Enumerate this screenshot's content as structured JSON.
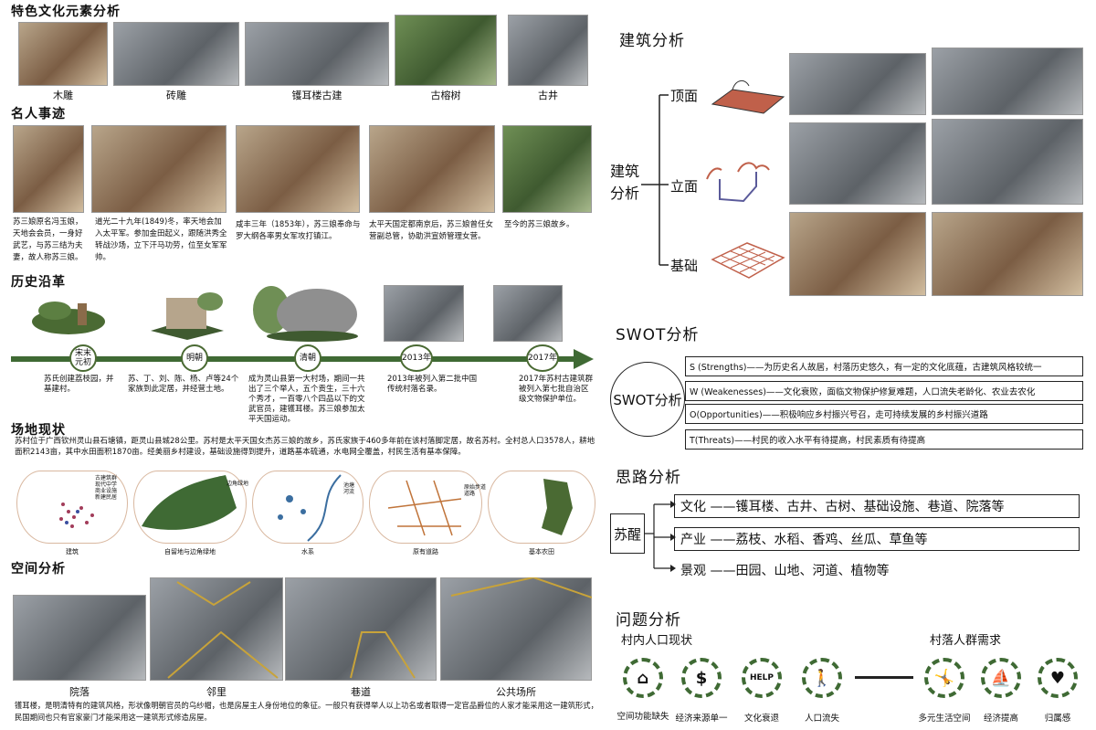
{
  "left": {
    "culture": {
      "title": "特色文化元素分析",
      "items": [
        "木雕",
        "砖雕",
        "镬耳楼古建",
        "古榕树",
        "古井"
      ]
    },
    "people": {
      "title": "名人事迹",
      "texts": [
        "苏三娘原名冯玉娘，天地会会员，一身好武艺，与苏三结为夫妻，故人称苏三娘。",
        "道光二十九年(1849)冬，率天地会加入太平军。参加金田起义，跟随洪秀全转战沙场，立下汗马功劳，位至女军军帅。",
        "咸丰三年（1853年），苏三娘奉命与罗大纲各率男女军攻打镇江。",
        "太平天国定都南京后，苏三娘曾任女营副总管，协助洪宣娇管理女营。",
        "至今的苏三娘故乡。"
      ]
    },
    "history": {
      "title": "历史沿革",
      "nodes": [
        "宋末元初",
        "明朝",
        "清朝",
        "2013年",
        "2017年"
      ],
      "texts": [
        "苏氏创建荔枝园，并基建村。",
        "苏、丁、刘、陈、杨、卢等24个家族到此定居，并经营土地。",
        "成为灵山县第一大村场，期间一共出了三个举人，五个贡生，三十六个秀才，一百零八个四品以下的文武官员，建镬耳楼。苏三娘参加太平天国运动。",
        "2013年被列入第二批中国传统村落名录。",
        "2017年苏村古建筑群被列入第七批自治区级文物保护单位。"
      ]
    },
    "site": {
      "title": "场地现状",
      "text": "苏村位于广西钦州灵山县石塘镇，距灵山县城28公里。苏村是太平天国女杰苏三娘的故乡，苏氏家族于460多年前在该村落脚定居，故名苏村。全村总人口3578人，耕地面积2143亩，其中水田面积1870亩。经美丽乡村建设，基础设施得到提升，道路基本硫通，水电网全覆盖，村民生活有基本保障。",
      "maps": [
        "建筑",
        "自留地与边角绿地",
        "水系",
        "原有道路",
        "基本农田"
      ],
      "legend_build": [
        "古建筑群",
        "现代中学",
        "商业设施",
        "新建民居"
      ],
      "legend_green": [
        "边角绿地"
      ],
      "legend_water": [
        "池塘",
        "河流"
      ],
      "legend_road": [
        "原始步道",
        "道路"
      ]
    },
    "space": {
      "title": "空间分析",
      "items": [
        "院落",
        "邻里",
        "巷道",
        "公共场所"
      ],
      "footer": "镬耳楼，是明清特有的建筑风格，形状像明朝官员的乌纱帽，也是房屋主人身份地位的象征。一般只有获得举人以上功名或者取得一定官品爵位的人家才能采用这一建筑形式，民国期间也只有官家豪门才能采用这一建筑形式修造房屋。"
    }
  },
  "right": {
    "arch": {
      "title": "建筑分析",
      "center": "建筑\n分析",
      "center1": "建筑",
      "center2": "分析",
      "branches": [
        "顶面",
        "立面",
        "基础"
      ]
    },
    "swot": {
      "title": "SWOT分析",
      "circle": "SWOT分析",
      "rows": [
        "S (Strengths)——为历史名人故居，村落历史悠久，有一定的文化底蕴，古建筑风格较统一",
        "W (Weakenesses)——文化衰败，面临文物保护修复难题，人口流失老龄化、农业去农化",
        "O(Opportunities)——积极响应乡村振兴号召，走可持续发展的乡村振兴道路",
        "T(Threats)——村民的收入水平有待提高，村民素质有待提高"
      ]
    },
    "ideas": {
      "title": "思路分析",
      "center": "苏醒",
      "rows": [
        {
          "label": "文化",
          "text": "——镬耳楼、古井、古树、基础设施、巷道、院落等"
        },
        {
          "label": "产业",
          "text": "——荔枝、水稻、香鸡、丝瓜、草鱼等"
        },
        {
          "label": "景观",
          "text": "——田园、山地、河道、植物等"
        }
      ]
    },
    "problem": {
      "title": "问题分析",
      "left_title": "村内人口现状",
      "right_title": "村落人群需求",
      "icons": [
        {
          "name": "house-icon",
          "glyph": "⌂",
          "label": "空间功能缺失"
        },
        {
          "name": "dollar-icon",
          "glyph": "$",
          "label": "经济来源单一"
        },
        {
          "name": "help-icon",
          "glyph": "HELP",
          "label": "文化衰退"
        },
        {
          "name": "walking-person-icon",
          "glyph": "🚶",
          "label": "人口流失"
        },
        {
          "name": "martial-arts-icon",
          "glyph": "🤸",
          "label": "多元生活空间"
        },
        {
          "name": "boat-icon",
          "glyph": "⛵",
          "label": "经济提高"
        },
        {
          "name": "heart-icon",
          "glyph": "♥",
          "label": "归属感"
        }
      ]
    }
  },
  "colors": {
    "green": "#3f6a34",
    "roof": "#c0604a",
    "accent": "#c8a33a"
  }
}
